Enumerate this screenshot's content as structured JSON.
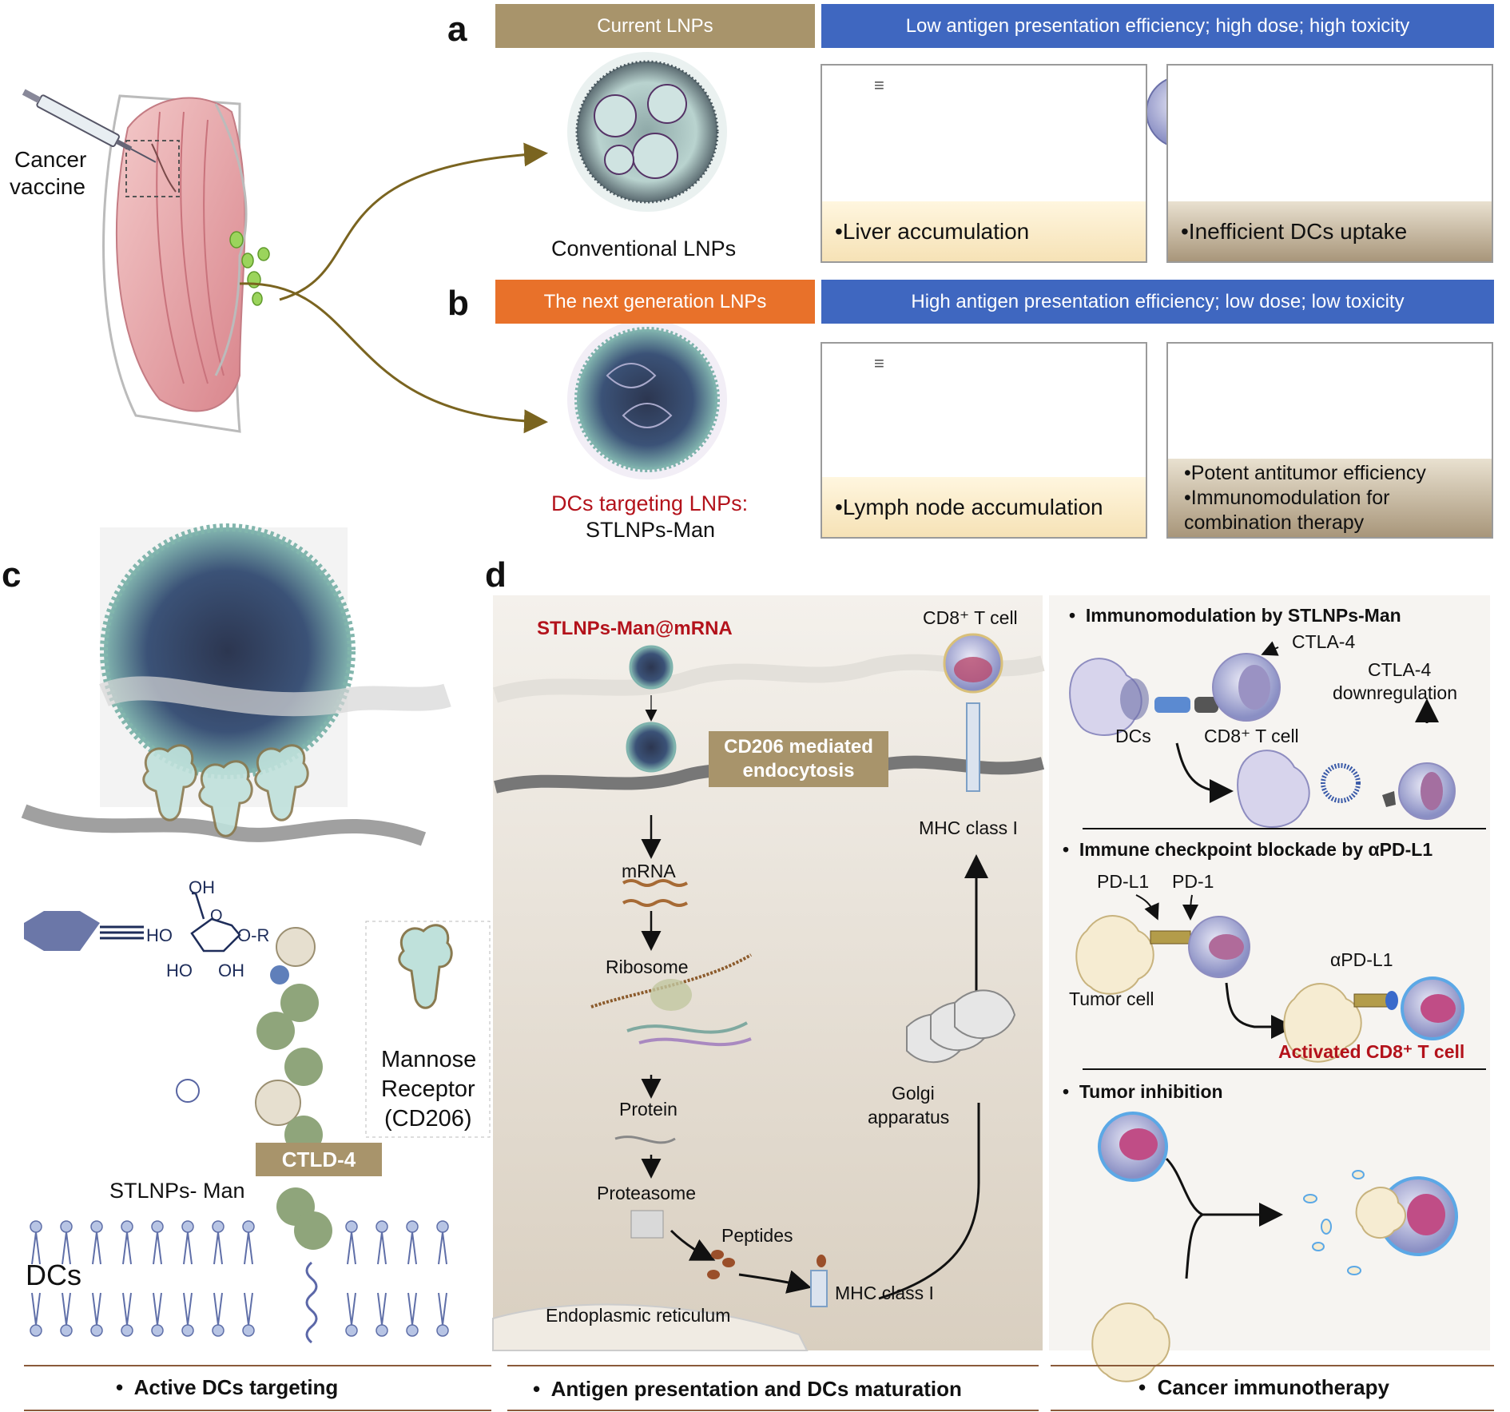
{
  "panels": {
    "a": "a",
    "b": "b",
    "c": "c",
    "d": "d"
  },
  "top": {
    "cancer_vaccine_line1": "Cancer",
    "cancer_vaccine_line2": "vaccine",
    "a_header_left": "Current LNPs",
    "a_header_right": "Low antigen presentation efficiency; high dose; high toxicity",
    "a_particle_label": "Conventional LNPs",
    "a_box1_caption": "•Liver accumulation",
    "a_box2_caption": "•Inefficient DCs uptake",
    "b_header_left": "The next generation LNPs",
    "b_header_right": "High antigen presentation efficiency; low dose; low toxicity",
    "b_particle_label_red": "DCs targeting LNPs:",
    "b_particle_label": "STLNPs-Man",
    "b_box1_caption": "•Lymph node accumulation",
    "b_box2_line1": "•Potent antitumor efficiency",
    "b_box2_line2": "•Immunomodulation for",
    "b_box2_line3": "combination therapy",
    "equiv": "≡"
  },
  "panel_c": {
    "oh_top": "OH",
    "ho_left": "HO",
    "o_ring": "O",
    "o_r": "O-R",
    "ho_bottom": "HO",
    "oh_bottom": "OH",
    "mannose_line1": "Mannose",
    "mannose_line2": "Receptor",
    "mannose_line3": "(CD206)",
    "ctld": "CTLD-4",
    "stlnps_man": "STLNPs- Man",
    "dcs": "DCs",
    "footer": "Active DCs targeting"
  },
  "panel_d": {
    "stlnps_mrna": "STLNPs-Man@mRNA",
    "cd8_tcell": "CD8⁺ T cell",
    "cd206_line1": "CD206 mediated",
    "cd206_line2": "endocytosis",
    "mhc_top": "MHC class I",
    "mrna": "mRNA",
    "ribosome": "Ribosome",
    "protein": "Protein",
    "proteasome": "Proteasome",
    "peptides": "Peptides",
    "golgi_line1": "Golgi",
    "golgi_line2": "apparatus",
    "mhc_bottom": "MHC class I",
    "er": "Endoplasmic reticulum",
    "footer": "Antigen presentation and DCs maturation"
  },
  "panel_e": {
    "bullet1": "Immunomodulation by STLNPs-Man",
    "ctla4": "CTLA-4",
    "ctla4_down_line1": "CTLA-4",
    "ctla4_down_line2": "downregulation",
    "dcs": "DCs",
    "cd8_tcell": "CD8⁺ T cell",
    "bullet2": "Immune checkpoint blockade by αPD-L1",
    "pdl1": "PD-L1",
    "pd1": "PD-1",
    "apdl1": "αPD-L1",
    "tumor_cell": "Tumor cell",
    "activated": "Activated CD8⁺ T cell",
    "bullet3": "Tumor inhibition",
    "footer": "Cancer immunotherapy"
  },
  "bullet_dot": "•",
  "colors": {
    "header_tan": "#a8946b",
    "header_orange": "#e8712a",
    "header_blue": "#3f67c0",
    "dark_red": "#b3121b",
    "caption_cream": "#fbeccb",
    "caption_tan": "#ab9a79",
    "ctld_tan": "#a8946b",
    "arrow_olive": "#7a6420"
  }
}
